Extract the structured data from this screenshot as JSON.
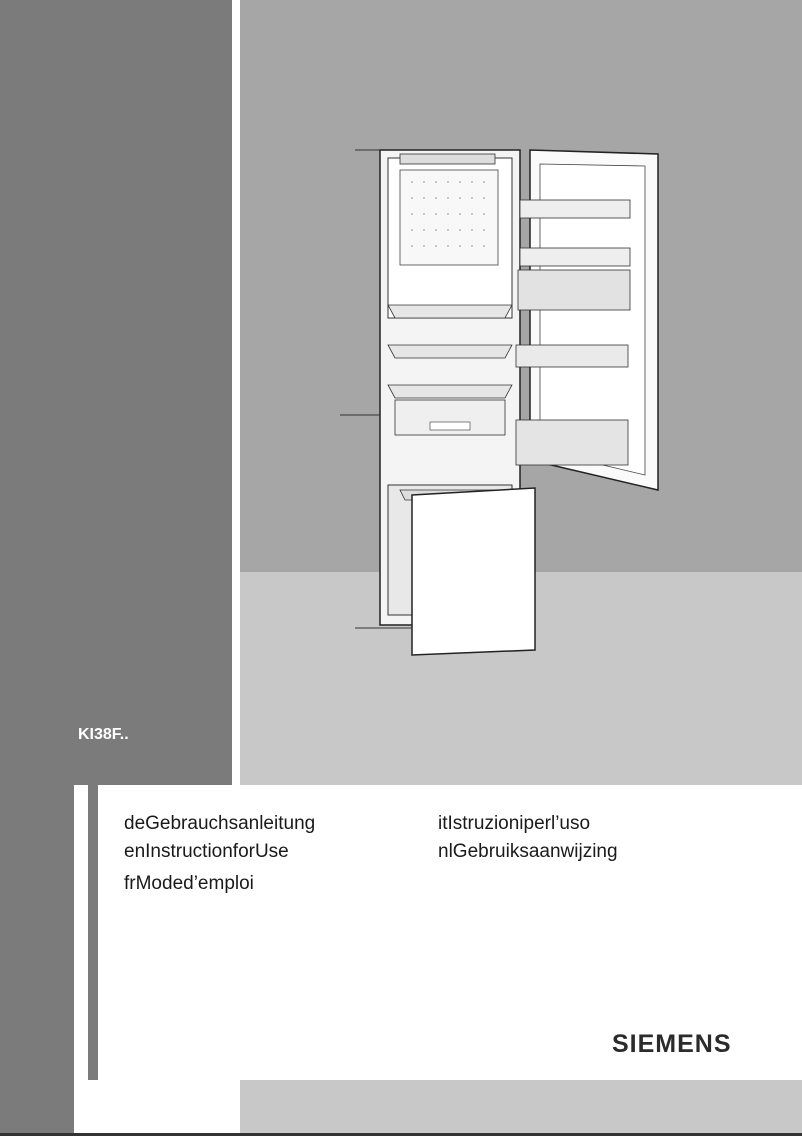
{
  "model": "KI38F..",
  "languages_left": [
    {
      "code": "de",
      "label": "Gebrauchsanleitung"
    },
    {
      "code": "en",
      "label": "InstructionforUse"
    },
    {
      "code": "fr",
      "label": "Moded’emploi"
    }
  ],
  "languages_right": [
    {
      "code": "it",
      "label": "Istruzioniperl’uso"
    },
    {
      "code": "nl",
      "label": "Gebruiksaanwijzing"
    }
  ],
  "brand": "SIEMENS",
  "colors": {
    "band": "#7b7b7b",
    "hero": "#a6a6a6",
    "floor": "#c8c8c8"
  }
}
